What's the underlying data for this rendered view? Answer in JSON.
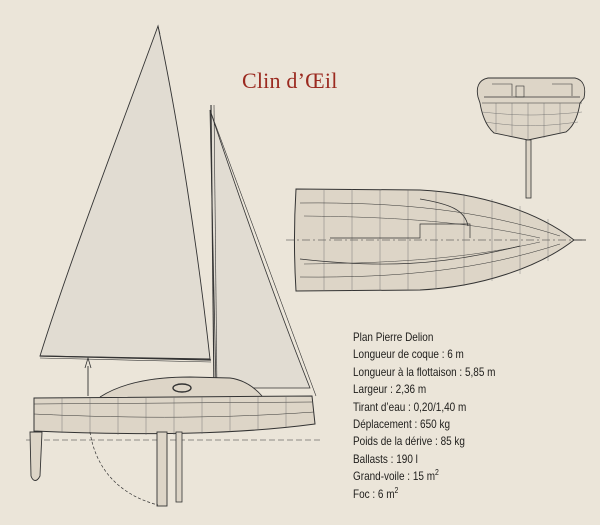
{
  "title": "Clin d’Œil",
  "specs": {
    "designer": "Plan Pierre Delion",
    "hull_length": "Longueur de coque : 6 m",
    "waterline_length": "Longueur à la flottaison : 5,85 m",
    "beam": "Largeur : 2,36 m",
    "draft": "Tirant d’eau : 0,20/1,40 m",
    "displacement": "Déplacement : 650 kg",
    "centerboard_weight": "Poids de la dérive : 85 kg",
    "ballast": "Ballasts : 190 l",
    "mainsail_area": "Grand-voile : 15 m",
    "jib_area": "Foc : 6 m",
    "area_exponent": "2"
  },
  "colors": {
    "background": "#ebe5d9",
    "sail": "#e1dcd2",
    "hull": "#ddd5c7",
    "line": "#333333",
    "title": "#9b2a20"
  }
}
